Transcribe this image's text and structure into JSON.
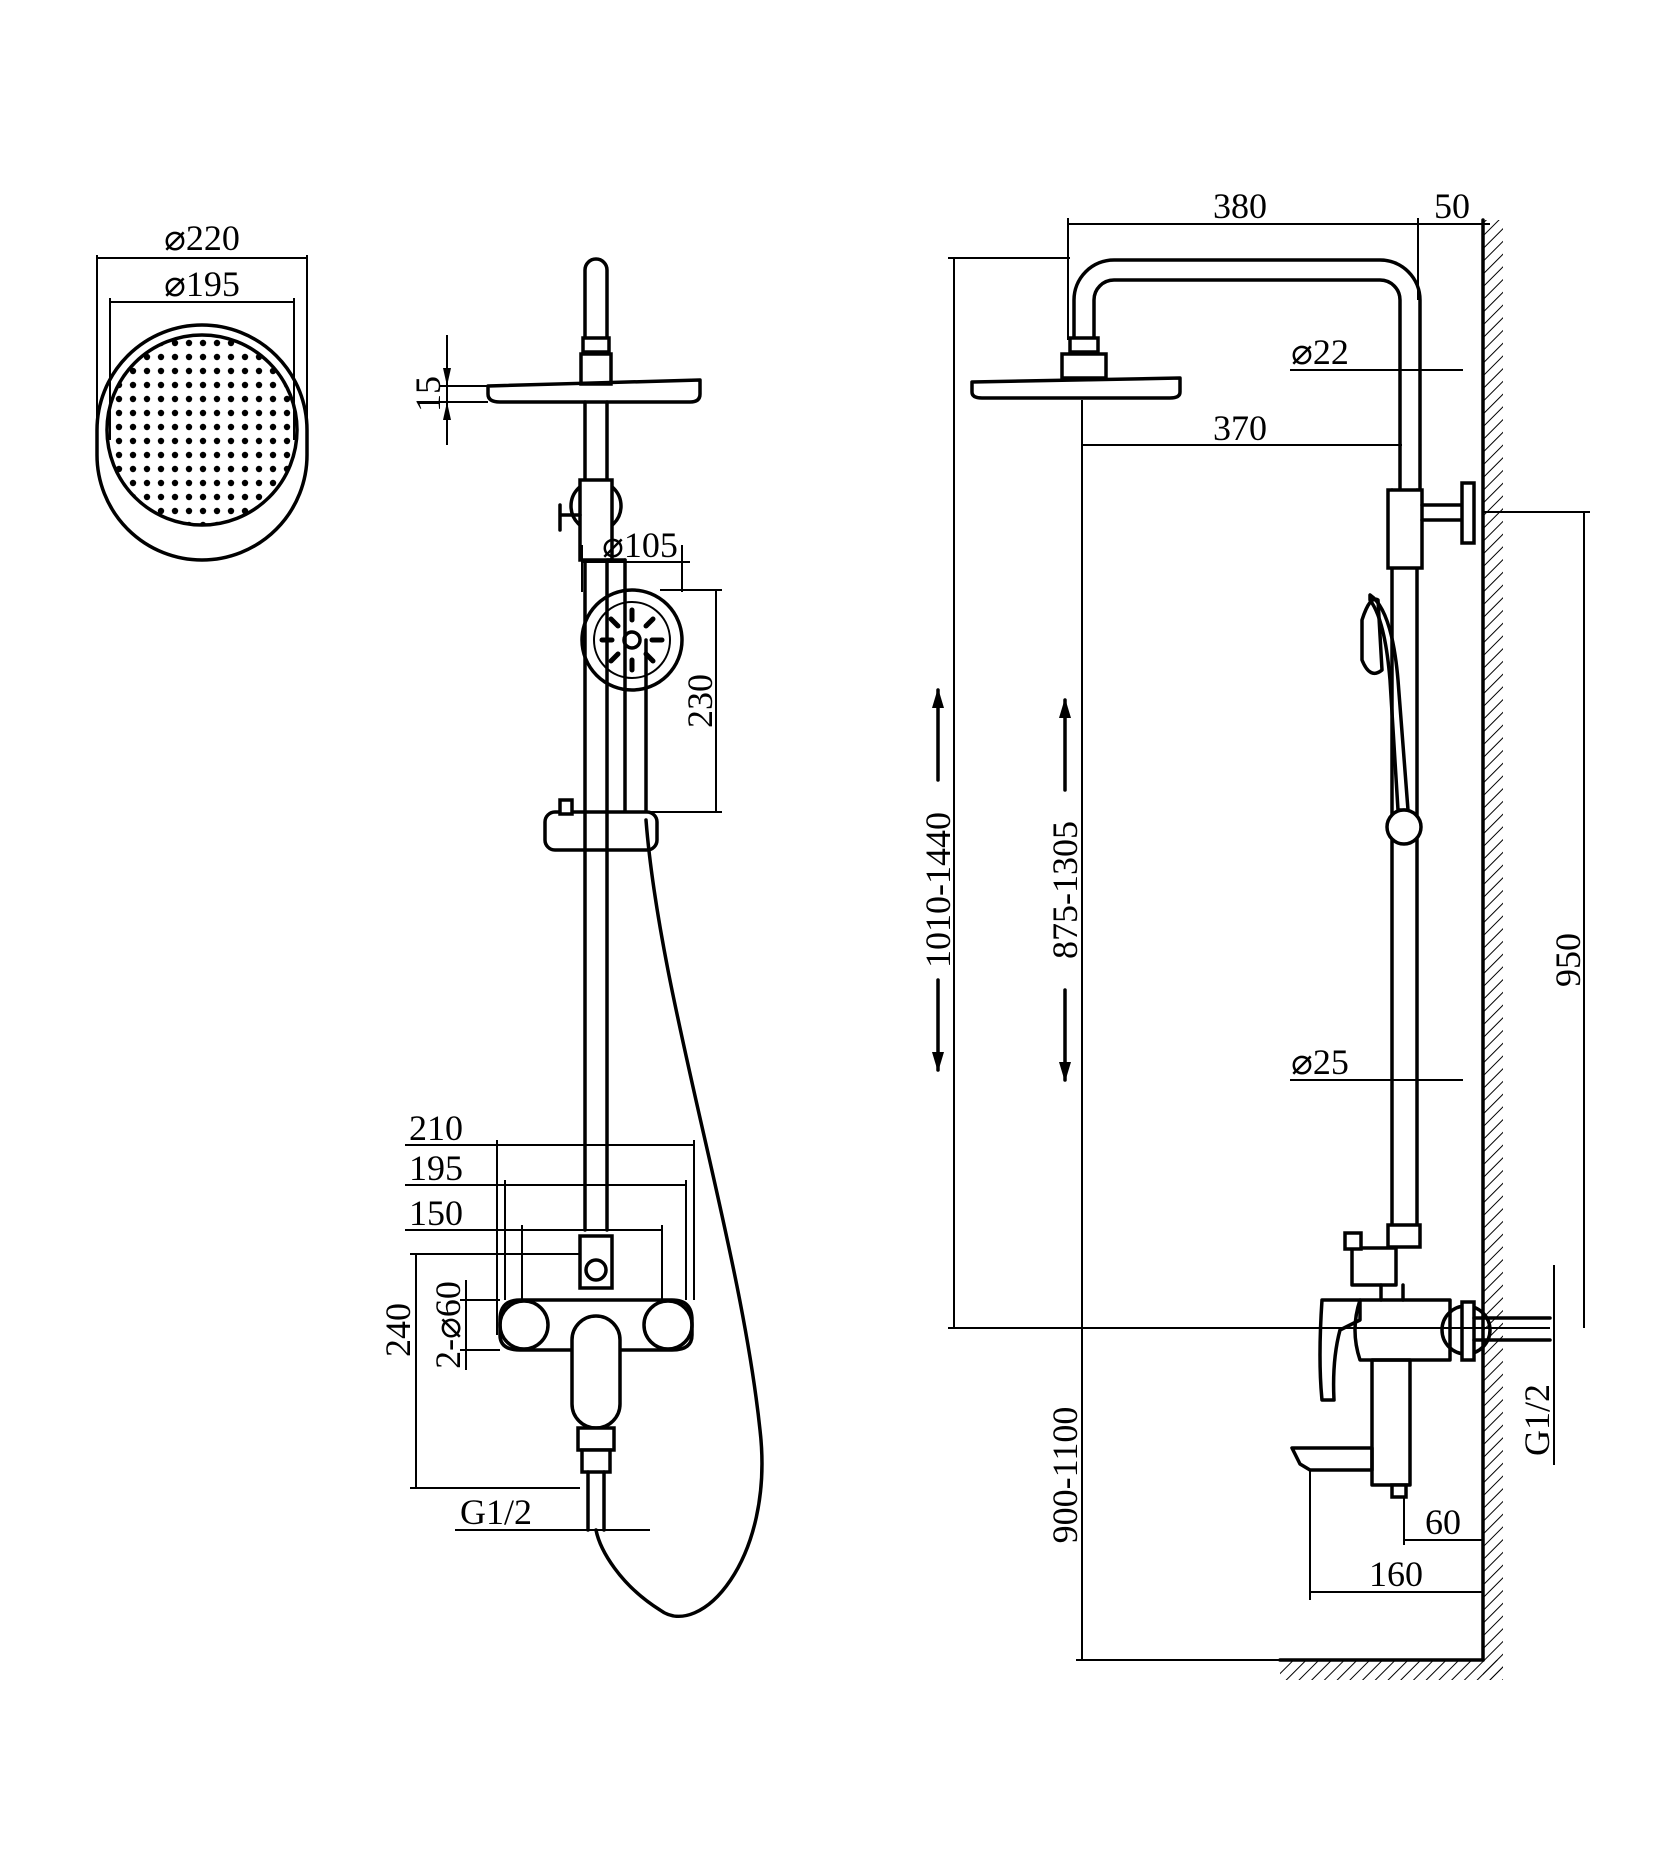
{
  "palette": {
    "line": "#000000",
    "background": "#ffffff"
  },
  "top_view": {
    "d_outer": "⌀220",
    "d_inner": "⌀195"
  },
  "front_view": {
    "head_thickness": "15",
    "hand_shower_diameter": "⌀105",
    "hand_shower_height": "230",
    "width_210": "210",
    "width_195": "195",
    "width_150": "150",
    "height_240": "240",
    "inlet_diameters": "2-⌀60",
    "inlet_thread": "G1/2"
  },
  "side_view": {
    "arm_length": "380",
    "wall_offset": "50",
    "arm_pipe_diameter": "⌀22",
    "head_reach": "370",
    "total_height_range": "1010-1440",
    "head_height_range": "875-1305",
    "riser_length": "950",
    "riser_diameter": "⌀25",
    "mount_height_range": "900-1100",
    "inlet_thread": "G1/2",
    "spout_offset": "60",
    "spout_reach": "160"
  }
}
